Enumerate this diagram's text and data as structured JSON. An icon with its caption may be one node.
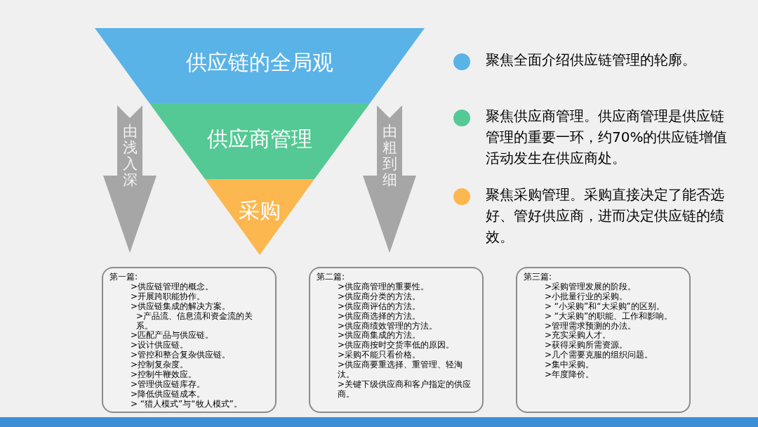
{
  "diagram": {
    "nodes": [
      {
        "text": [
          "供应链的全局观"
        ]
      },
      {
        "text": [
          "供应商管理"
        ]
      },
      {
        "text": [
          "采购"
        ]
      },
      {
        "text": [
          "由浅入深"
        ]
      },
      {
        "text": [
          "由粗到细"
        ]
      },
      {
        "text": [
          "第一篇:",
          ">供应链管理的概念。",
          ">开展跨职能协作。",
          ">供应链集成的解决方案。",
          ">产品流、信息流和资金流的关系。",
          ">匹配产品与供应链。",
          ">设计供应链。",
          ">管控和整合复杂供应链。",
          ">控制复杂度。",
          ">控制牛鞭效应。",
          ">管理供应链库存。",
          ">降低供应链成本。",
          "> “猎人模式”与“牧人模式”。"
        ]
      },
      {
        "text": [
          "第二篇:",
          ">供应商管理的重要性。",
          ">供应商分类的方法。",
          ">供应商评估的方法。",
          ">供应商选择的方法。",
          ">供应商绩效管理的方法。",
          ">供应商集成的方法。",
          ">供应商按时交货率低的原因。",
          ">采购不能只看价格。",
          ">供应商要重选择、重管理、轻淘汰。",
          ">关键下级供应商和客户指定的供应商。"
        ]
      },
      {
        "text": [
          "第三篇:",
          ">采购管理发展的阶段。",
          ">小批量行业的采购。",
          "> “小采购”和“大采购”的区别。",
          "> “大采购”的职能、工作和影响。",
          ">管理需求预测的办法。",
          ">充实采购人才。",
          ">获得采购所需资源。",
          ">几个需要克服的组织问题。",
          ">集中采购。",
          ">年度降价。"
        ]
      }
    ],
    "edges": [],
    "legend": [
      {
        "text": "聚焦全面介绍供应链管理的轮廓。",
        "color": "#5ab3e6"
      },
      {
        "text": "聚焦供应商管理。供应商管理是供应链管理的重要一环，约70%的供应链增值活动发生在供应商处。",
        "color": "#55c995"
      },
      {
        "text": "聚焦采购管理。采购直接决定了能否选好、管好供应商，进而决定供应链的绩效。",
        "color": "#fdb74f"
      }
    ]
  }
}
